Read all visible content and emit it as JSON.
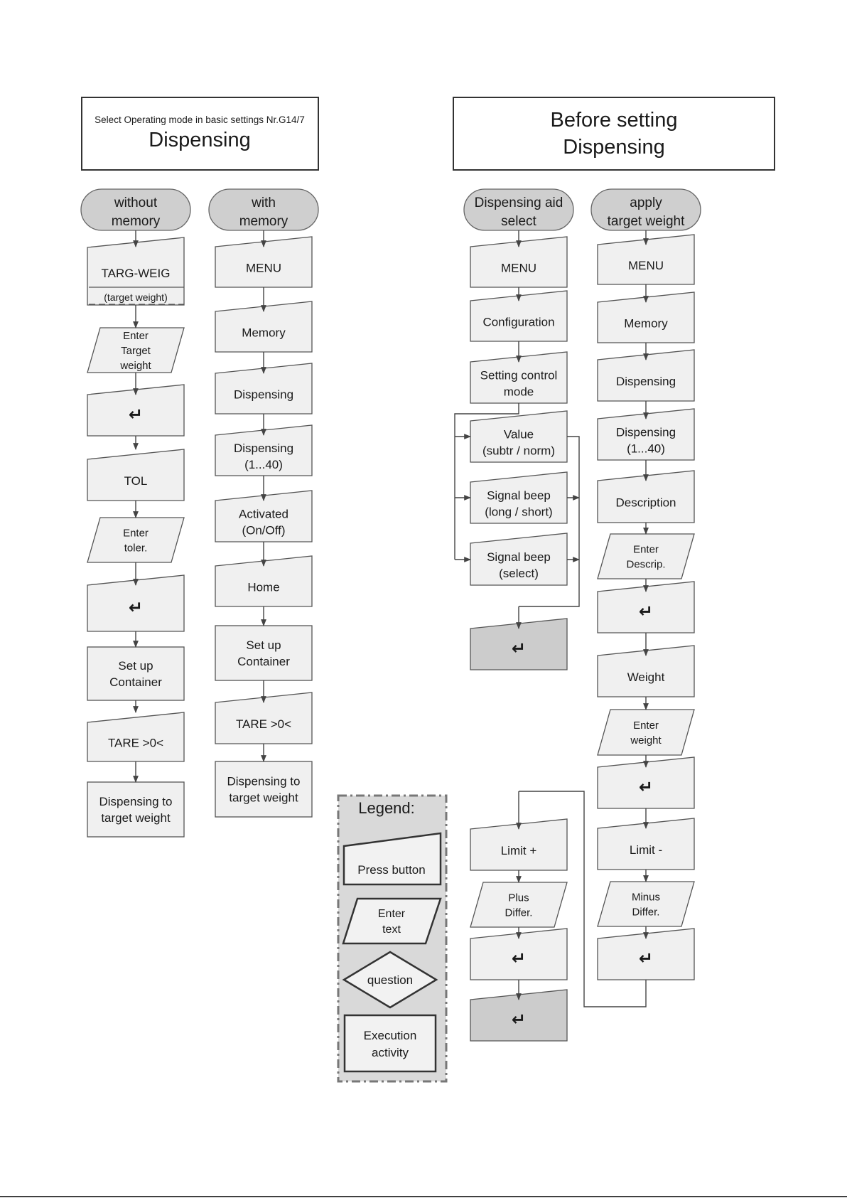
{
  "left_panel": {
    "subtitle": "Select Operating mode in basic settings Nr.G14/7",
    "title": "Dispensing",
    "col_without": {
      "start": [
        "without",
        "memory"
      ],
      "steps": [
        {
          "type": "press",
          "lines": [
            "TARG-WEIG"
          ]
        },
        {
          "type": "enter",
          "lines": [
            "Enter",
            "Target",
            "weight"
          ]
        },
        {
          "type": "press",
          "lines": [
            "↵"
          ]
        },
        {
          "type": "press",
          "lines": [
            "TOL"
          ]
        },
        {
          "type": "enter",
          "lines": [
            "Enter",
            "toler."
          ]
        },
        {
          "type": "press",
          "lines": [
            "↵"
          ]
        },
        {
          "type": "activity",
          "lines": [
            "Set up",
            "Container"
          ]
        },
        {
          "type": "press",
          "lines": [
            "TARE >0<"
          ]
        },
        {
          "type": "activity",
          "lines": [
            "Dispensing to",
            "target weight"
          ]
        }
      ],
      "sub_label": "(target weight)"
    },
    "col_with": {
      "start": [
        "with",
        "memory"
      ],
      "steps": [
        {
          "type": "press",
          "lines": [
            "MENU"
          ]
        },
        {
          "type": "press",
          "lines": [
            "Memory"
          ]
        },
        {
          "type": "press",
          "lines": [
            "Dispensing"
          ]
        },
        {
          "type": "press",
          "lines": [
            "Dispensing",
            "(1...40)"
          ]
        },
        {
          "type": "press",
          "lines": [
            "Activated",
            "(On/Off)"
          ]
        },
        {
          "type": "press",
          "lines": [
            "Home"
          ]
        },
        {
          "type": "activity",
          "lines": [
            "Set up",
            "Container"
          ]
        },
        {
          "type": "press",
          "lines": [
            "TARE >0<"
          ]
        },
        {
          "type": "activity",
          "lines": [
            "Dispensing to",
            "target weight"
          ]
        }
      ]
    }
  },
  "right_panel": {
    "title_lines": [
      "Before setting",
      "Dispensing"
    ],
    "col_aid": {
      "start": [
        "Dispensing aid",
        "select"
      ],
      "steps": [
        {
          "type": "press",
          "lines": [
            "MENU"
          ]
        },
        {
          "type": "press",
          "lines": [
            "Configuration"
          ]
        },
        {
          "type": "press",
          "lines": [
            "Setting control",
            "mode"
          ]
        },
        {
          "type": "press",
          "lines": [
            "Value",
            "(subtr / norm)"
          ]
        },
        {
          "type": "press",
          "lines": [
            "Signal beep",
            "(long / short)"
          ]
        },
        {
          "type": "press",
          "lines": [
            "Signal beep",
            "(select)"
          ]
        },
        {
          "type": "press-dark",
          "lines": [
            "↵"
          ]
        }
      ]
    },
    "col_target": {
      "start": [
        "apply",
        "target weight"
      ],
      "steps": [
        {
          "type": "press",
          "lines": [
            "MENU"
          ]
        },
        {
          "type": "press",
          "lines": [
            "Memory"
          ]
        },
        {
          "type": "press",
          "lines": [
            "Dispensing"
          ]
        },
        {
          "type": "press",
          "lines": [
            "Dispensing",
            "(1...40)"
          ]
        },
        {
          "type": "press",
          "lines": [
            "Description"
          ]
        },
        {
          "type": "enter",
          "lines": [
            "Enter",
            "Descrip."
          ]
        },
        {
          "type": "press",
          "lines": [
            "↵"
          ]
        },
        {
          "type": "press",
          "lines": [
            "Weight"
          ]
        },
        {
          "type": "enter",
          "lines": [
            "Enter",
            "weight"
          ]
        },
        {
          "type": "press",
          "lines": [
            "↵"
          ]
        },
        {
          "type": "press",
          "lines": [
            "Limit -"
          ]
        },
        {
          "type": "enter",
          "lines": [
            "Minus",
            "Differ."
          ]
        },
        {
          "type": "press",
          "lines": [
            "↵"
          ]
        }
      ]
    },
    "col_limit_plus": {
      "steps": [
        {
          "type": "press",
          "lines": [
            "Limit +"
          ]
        },
        {
          "type": "enter",
          "lines": [
            "Plus",
            "Differ."
          ]
        },
        {
          "type": "press",
          "lines": [
            "↵"
          ]
        },
        {
          "type": "press-dark",
          "lines": [
            "↵"
          ]
        }
      ]
    }
  },
  "legend": {
    "title": "Legend:",
    "items": [
      {
        "shape": "press",
        "lines": [
          "Press button"
        ]
      },
      {
        "shape": "enter",
        "lines": [
          "Enter",
          "text"
        ]
      },
      {
        "shape": "question",
        "lines": [
          "question"
        ]
      },
      {
        "shape": "activity",
        "lines": [
          "Execution",
          "activity"
        ]
      }
    ]
  },
  "colors": {
    "pill": "#cfcfcf",
    "shape_fill": "#f0f0f0",
    "dark_fill": "#cccccc",
    "legend_bg": "#d9d9d9"
  }
}
